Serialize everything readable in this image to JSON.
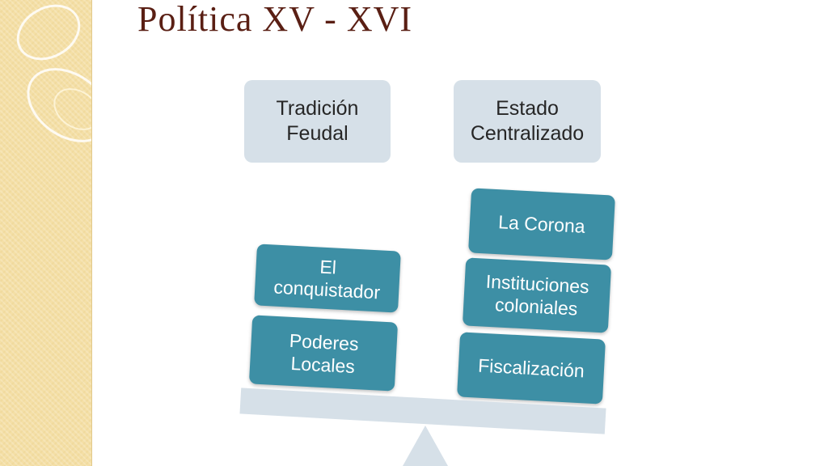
{
  "slide": {
    "title": "Política XV - XVI"
  },
  "headers": {
    "left": "Tradición Feudal",
    "right": "Estado Centralizado"
  },
  "left_stack": [
    {
      "label": "El conquistador"
    },
    {
      "label": "Poderes Locales"
    }
  ],
  "right_stack": [
    {
      "label": "La Corona"
    },
    {
      "label": "Instituciones coloniales"
    },
    {
      "label": "Fiscalización"
    }
  ],
  "colors": {
    "title": "#5a1f14",
    "header_box": "#d6e0e8",
    "block": "#3d8fa5",
    "sidebar": "#f4dfa6"
  }
}
